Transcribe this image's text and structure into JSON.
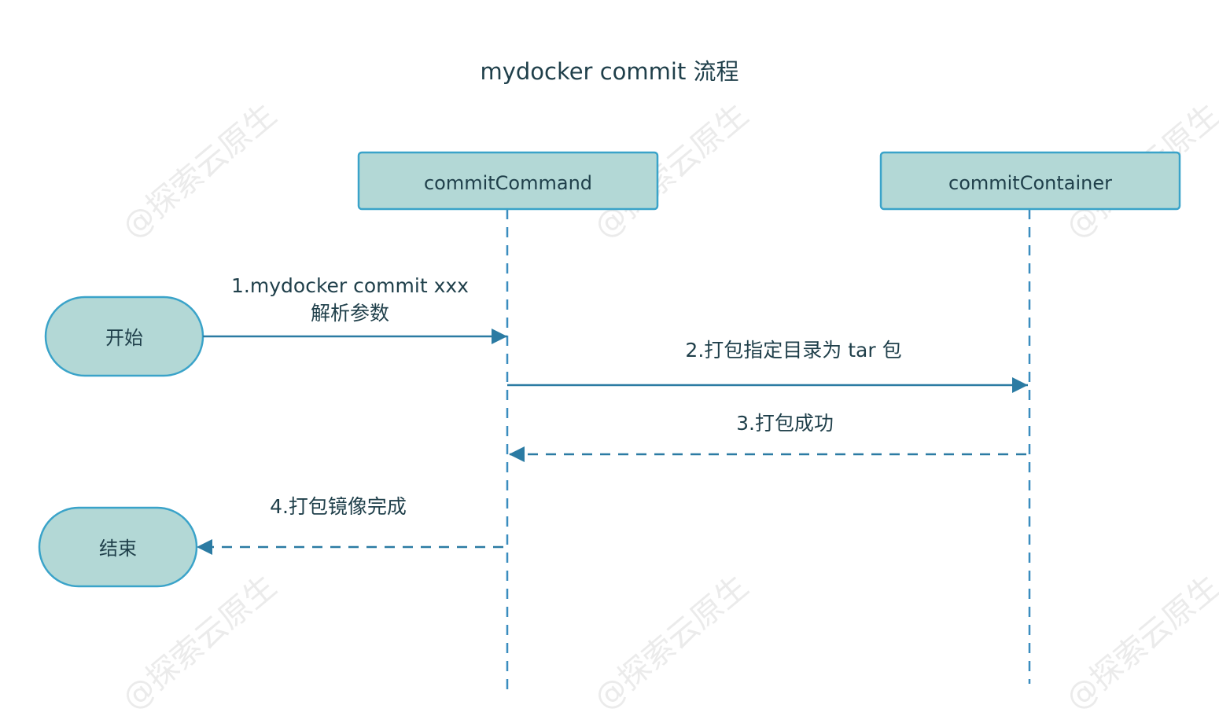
{
  "title": "mydocker commit 流程",
  "watermark": "@探索云原生",
  "colors": {
    "node_fill": "#b3d8d6",
    "node_stroke": "#3aa3c9",
    "arrow": "#2b7ba3",
    "lifeline": "#3a8dbf",
    "text": "#1f3f4a"
  },
  "participants": [
    {
      "id": "commitCommand",
      "label": "commitCommand"
    },
    {
      "id": "commitContainer",
      "label": "commitContainer"
    }
  ],
  "terminals": [
    {
      "id": "start",
      "label": "开始"
    },
    {
      "id": "end",
      "label": "结束"
    }
  ],
  "messages": [
    {
      "id": "m1",
      "lines": [
        "1.mydocker commit xxx",
        "解析参数"
      ],
      "from": "start",
      "to": "commitCommand",
      "style": "solid"
    },
    {
      "id": "m2",
      "lines": [
        "2.打包指定目录为 tar 包"
      ],
      "from": "commitCommand",
      "to": "commitContainer",
      "style": "solid"
    },
    {
      "id": "m3",
      "lines": [
        "3.打包成功"
      ],
      "from": "commitContainer",
      "to": "commitCommand",
      "style": "dashed"
    },
    {
      "id": "m4",
      "lines": [
        "4.打包镜像完成"
      ],
      "from": "commitCommand",
      "to": "end",
      "style": "dashed"
    }
  ]
}
